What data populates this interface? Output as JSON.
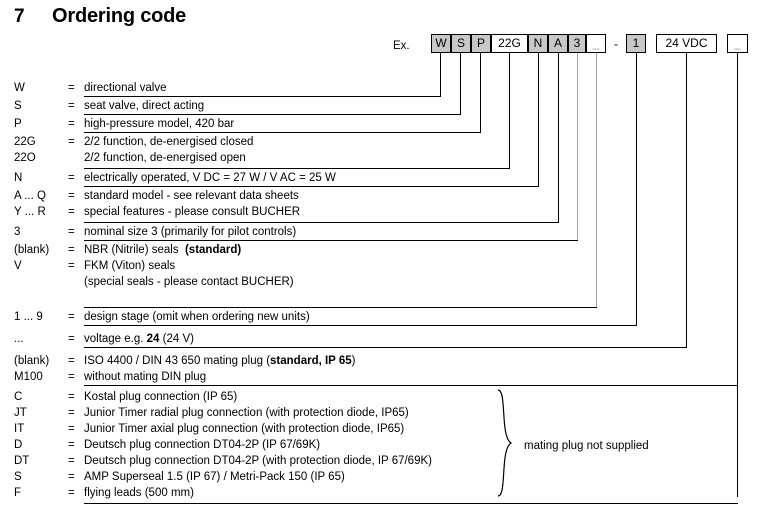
{
  "heading": {
    "number": "7",
    "title": "Ordering code"
  },
  "example": {
    "label": "Ex.",
    "separator": "-",
    "boxes": [
      {
        "text": "W",
        "style": "gray"
      },
      {
        "text": "S",
        "style": "gray"
      },
      {
        "text": "P",
        "style": "gray"
      },
      {
        "text": "22G",
        "style": "white"
      },
      {
        "text": "N",
        "style": "gray"
      },
      {
        "text": "A",
        "style": "gray"
      },
      {
        "text": "3",
        "style": "gray"
      },
      {
        "text": "_",
        "style": "blank"
      },
      {
        "text": "1",
        "style": "gray"
      },
      {
        "text": "24 VDC",
        "style": "white"
      },
      {
        "text": "_",
        "style": "blank"
      }
    ]
  },
  "legend_rows": [
    {
      "code": "W",
      "eq": "=",
      "desc": "directional valve"
    },
    {
      "code": "S",
      "eq": "=",
      "desc": "seat valve, direct acting"
    },
    {
      "code": "P",
      "eq": "=",
      "desc": "high-pressure model, 420 bar"
    },
    {
      "code": "22G",
      "eq": "=",
      "desc": "2/2 function, de-energised closed"
    },
    {
      "code": "22O",
      "eq": "",
      "desc": "2/2 function, de-energised  open"
    },
    {
      "code": "N",
      "eq": "=",
      "desc": "electrically operated, V DC = 27  W  /  V AC = 25  W"
    },
    {
      "code": "A ... Q",
      "eq": "=",
      "desc": "standard model - see relevant data sheets"
    },
    {
      "code": "Y ... R",
      "eq": "=",
      "desc": "special features - please consult BUCHER"
    },
    {
      "code": "3",
      "eq": "=",
      "desc": "nominal size 3 (primarily for pilot controls)"
    },
    {
      "code": "(blank)",
      "eq": "=",
      "desc": "NBR (Nitrile) seals  (standard)",
      "bold_tail": "(standard)"
    },
    {
      "code": "V",
      "eq": "=",
      "desc": "FKM (Viton) seals"
    },
    {
      "code": "",
      "eq": "",
      "desc": "(special seals - please contact BUCHER)"
    },
    {
      "code": "1 ... 9",
      "eq": "=",
      "desc": "design stage (omit when ordering new units)"
    },
    {
      "code": "...",
      "eq": "=",
      "desc": "voltage e.g. 24 (24 V)",
      "bold_part": "24"
    },
    {
      "code": "(blank)",
      "eq": "=",
      "desc": "ISO 4400 / DIN 43 650 mating plug (standard, IP 65)",
      "bold_part": "standard, IP 65"
    },
    {
      "code": "M100",
      "eq": "=",
      "desc": "without mating DIN plug"
    },
    {
      "code": "C",
      "eq": "=",
      "desc": "Kostal plug connection (IP 65)"
    },
    {
      "code": "JT",
      "eq": "=",
      "desc": "Junior Timer radial plug connection (with protection diode, IP65)"
    },
    {
      "code": "IT",
      "eq": "=",
      "desc": "Junior Timer axial plug connection (with protection diode, IP65)"
    },
    {
      "code": "D",
      "eq": "=",
      "desc": "Deutsch plug connection DT04-2P (IP 67/69K)"
    },
    {
      "code": "DT",
      "eq": "=",
      "desc": "Deutsch plug connection DT04-2P (with protection diode, IP 67/69K)"
    },
    {
      "code": "S",
      "eq": "=",
      "desc": "AMP Superseal 1.5 (IP 67) / Metri-Pack 150 (IP 65)"
    },
    {
      "code": "F",
      "eq": "=",
      "desc": "flying leads (500 mm)"
    }
  ],
  "annotation": {
    "mating_plug_note": "mating plug not supplied"
  },
  "colors": {
    "box_gray": "#c8c8c8",
    "line_black": "#000000",
    "line_gray": "#a6a6a6",
    "blank_glyph": "#9a9a9a"
  }
}
